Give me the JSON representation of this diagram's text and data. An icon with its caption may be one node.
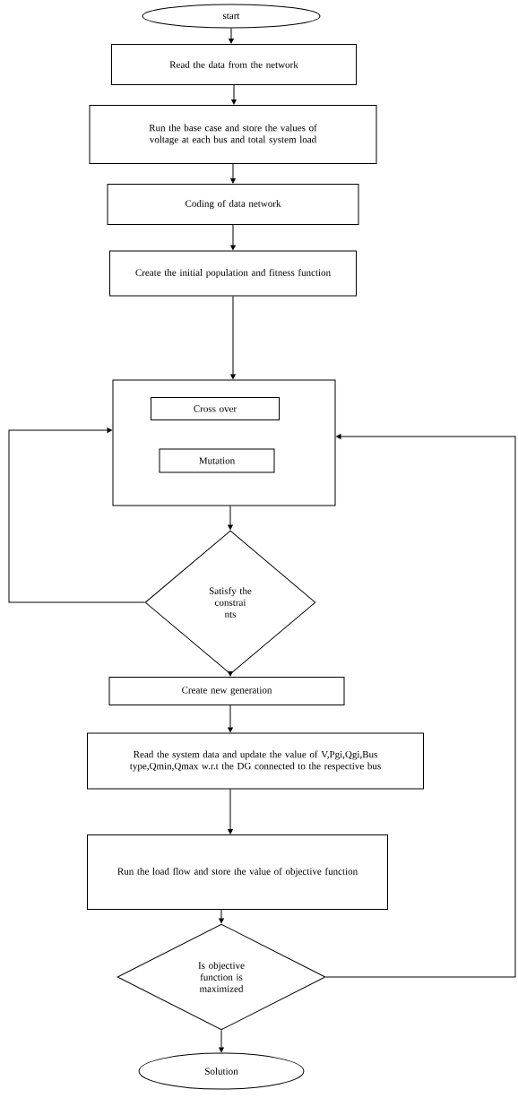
{
  "diagram": {
    "nodes": [
      {
        "text": [
          "start"
        ]
      },
      {
        "text": [
          "Read the data from the network"
        ]
      },
      {
        "text": [
          "Run the base case and store the values of voltage at each bus and total system load"
        ]
      },
      {
        "text": [
          "Coding of data network"
        ]
      },
      {
        "text": [
          "Create the initial population and fitness function"
        ]
      },
      {
        "text": [],
        "shape": "box"
      },
      {
        "text": [
          "Cross over"
        ],
        "in": 5
      },
      {
        "text": [
          "Mutation"
        ],
        "in": 5
      },
      {
        "text": [
          "Satisfy the constrai nts"
        ]
      },
      {
        "text": [
          "Create new generation"
        ]
      },
      {
        "text": [
          "Read the system data and update the value of V,Pgi,Qgi,Bus type,Qmin,Qmax w.r.t the DG connected to the respective bus"
        ]
      },
      {
        "text": [
          "Run the load flow and store the value of objective function"
        ]
      },
      {
        "text": [
          "Is objective function is maximized"
        ]
      },
      {
        "text": [
          "Solution"
        ]
      }
    ],
    "edges": [
      {
        "from": 0,
        "to": 1,
        "arrow": "to"
      },
      {
        "from": 1,
        "to": 2,
        "arrow": "to"
      },
      {
        "from": 2,
        "to": 3,
        "arrow": "to"
      },
      {
        "from": 3,
        "to": 4,
        "arrow": "to"
      },
      {
        "from": 4,
        "to": 5,
        "arrow": "to"
      },
      {
        "from": 5,
        "to": 8,
        "arrow": "to"
      },
      {
        "from": 8,
        "to": 5,
        "arrow": "to"
      },
      {
        "from": 8,
        "to": 9,
        "arrow": "to"
      },
      {
        "from": 9,
        "to": 10,
        "arrow": "to"
      },
      {
        "from": 10,
        "to": 11,
        "arrow": "to"
      },
      {
        "from": 11,
        "to": 12,
        "arrow": "to"
      },
      {
        "from": 12,
        "to": 5,
        "arrow": "to"
      },
      {
        "from": 12,
        "to": 13,
        "arrow": "to"
      }
    ]
  }
}
